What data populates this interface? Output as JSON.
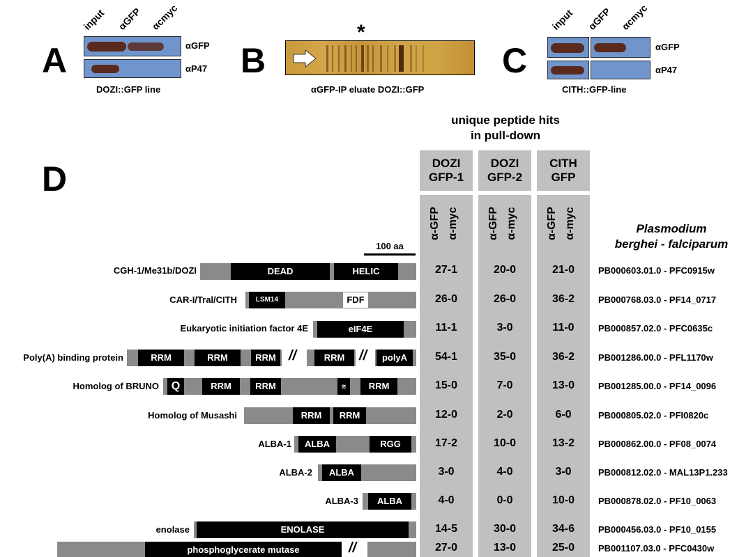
{
  "panels": {
    "a": "A",
    "b": "B",
    "c": "C",
    "d": "D"
  },
  "panel_a": {
    "lanes": [
      "input",
      "αGFP",
      "αcmyc"
    ],
    "rows": [
      "αGFP",
      "αP47"
    ],
    "caption": "DOZI::GFP line"
  },
  "panel_b": {
    "star": "*",
    "caption": "αGFP-IP eluate DOZI::GFP"
  },
  "panel_c": {
    "lanes": [
      "input",
      "αGFP",
      "αcmyc"
    ],
    "rows": [
      "αGFP",
      "αP47"
    ],
    "caption": "CITH::GFP-line"
  },
  "panel_d": {
    "header": "unique peptide hits\nin pull-down",
    "columns": [
      {
        "title": "DOZI\nGFP-1",
        "sub": [
          "α-GFP",
          "α-myc"
        ]
      },
      {
        "title": "DOZI\nGFP-2",
        "sub": [
          "α-GFP",
          "α-myc"
        ]
      },
      {
        "title": "CITH\nGFP",
        "sub": [
          "α-GFP",
          "α-myc"
        ]
      }
    ],
    "species_header": "Plasmodium\nberghei - falciparum",
    "scale_label": "100 aa",
    "break_symbol": "//",
    "proteins": [
      {
        "name": "CGH-1/Me31b/DOZI",
        "domains": [
          "DEAD",
          "HELIC"
        ],
        "hits": [
          "27-1",
          "20-0",
          "21-0"
        ],
        "ids": "PB000603.01.0 - PFC0915w"
      },
      {
        "name": "CAR-I/Tral/CITH",
        "domains": [
          "LSM14",
          "FDF"
        ],
        "hits": [
          "26-0",
          "26-0",
          "36-2"
        ],
        "ids": "PB000768.03.0 - PF14_0717"
      },
      {
        "name": "Eukaryotic initiation factor 4E",
        "domains": [
          "eIF4E"
        ],
        "hits": [
          "11-1",
          "3-0",
          "11-0"
        ],
        "ids": "PB000857.02.0 - PFC0635c"
      },
      {
        "name": "Poly(A) binding protein",
        "domains": [
          "RRM",
          "RRM",
          "RRM",
          "RRM",
          "polyA"
        ],
        "hits": [
          "54-1",
          "35-0",
          "36-2"
        ],
        "ids": "PB001286.00.0 - PFL1170w"
      },
      {
        "name": "Homolog of BRUNO",
        "domains": [
          "Q",
          "RRM",
          "RRM",
          "RRM"
        ],
        "hits": [
          "15-0",
          "7-0",
          "13-0"
        ],
        "ids": "PB001285.00.0 - PF14_0096"
      },
      {
        "name": "Homolog of Musashi",
        "domains": [
          "RRM",
          "RRM"
        ],
        "hits": [
          "12-0",
          "2-0",
          "6-0"
        ],
        "ids": "PB000805.02.0 - PFI0820c"
      },
      {
        "name": "ALBA-1",
        "domains": [
          "ALBA",
          "RGG"
        ],
        "hits": [
          "17-2",
          "10-0",
          "13-2"
        ],
        "ids": "PB000862.00.0 - PF08_0074"
      },
      {
        "name": "ALBA-2",
        "domains": [
          "ALBA"
        ],
        "hits": [
          "3-0",
          "4-0",
          "3-0"
        ],
        "ids": "PB000812.02.0 - MAL13P1.233"
      },
      {
        "name": "ALBA-3",
        "domains": [
          "ALBA"
        ],
        "hits": [
          "4-0",
          "0-0",
          "10-0"
        ],
        "ids": "PB000878.02.0 - PF10_0063"
      },
      {
        "name": "enolase",
        "domains": [
          "ENOLASE"
        ],
        "hits": [
          "14-5",
          "30-0",
          "34-6"
        ],
        "ids": "PB000456.03.0 - PF10_0155"
      },
      {
        "name": "",
        "domains": [
          "phosphoglycerate mutase"
        ],
        "hits": [
          "27-0",
          "13-0",
          "25-0"
        ],
        "ids": "PB001107.03.0 - PFC0430w"
      }
    ]
  }
}
